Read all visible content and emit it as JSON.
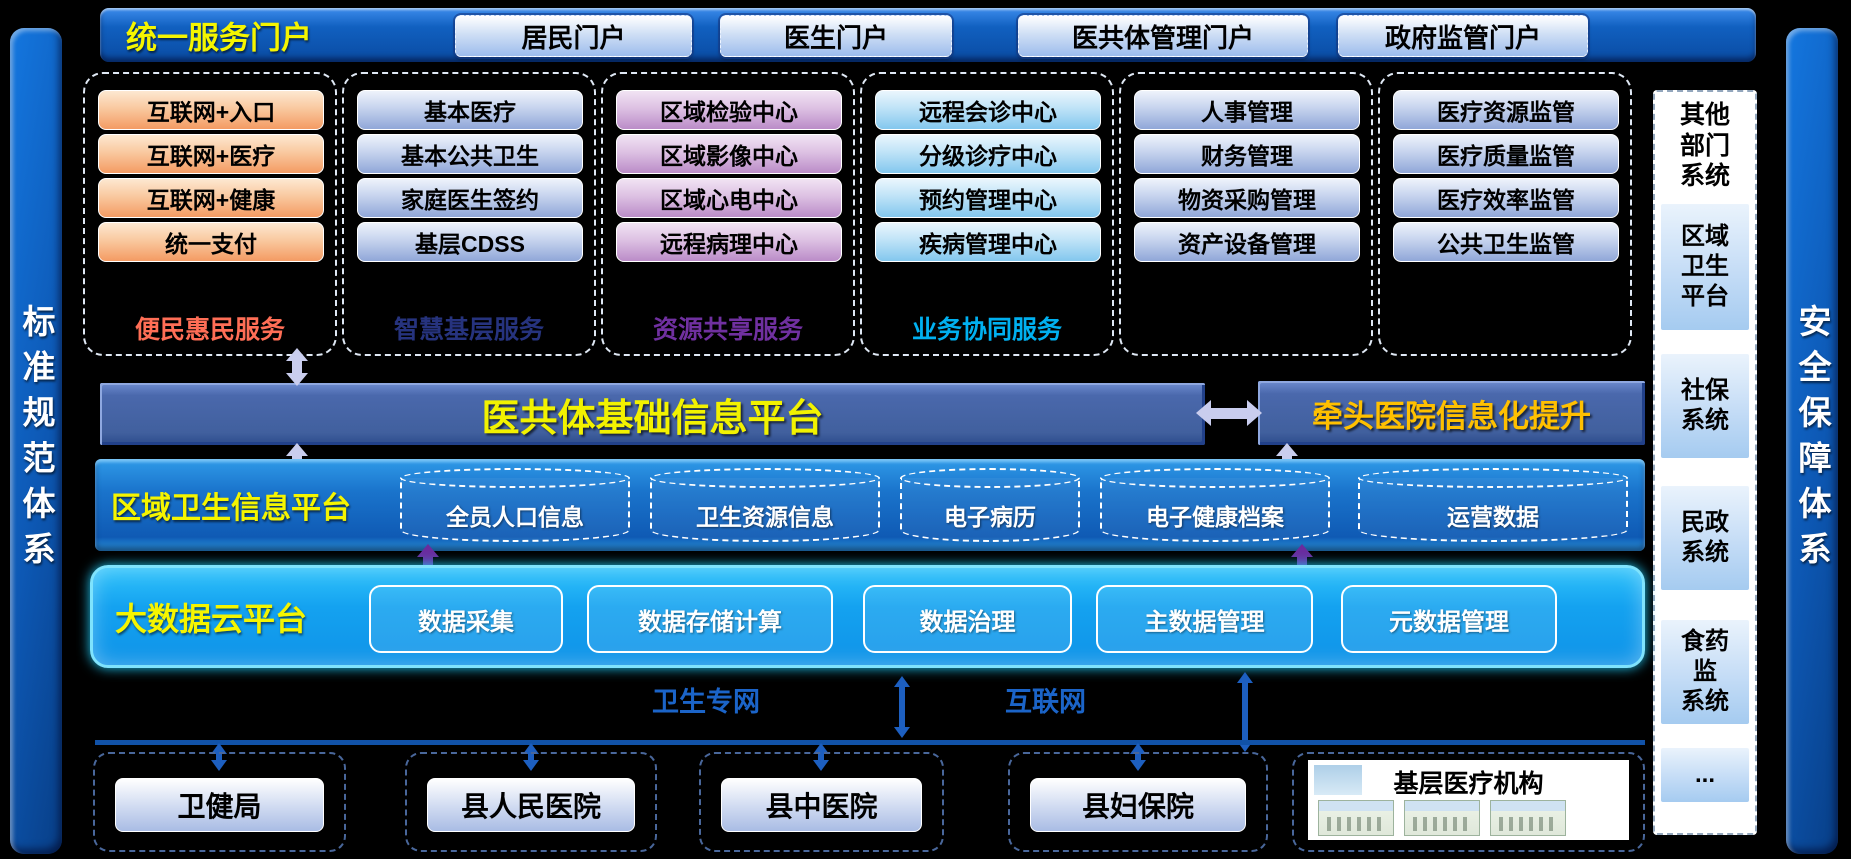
{
  "left_bar": {
    "label": "标准规范体系"
  },
  "right_bar": {
    "label": "安全保障体系"
  },
  "header": {
    "title": "统一服务门户",
    "portals": [
      "居民门户",
      "医生门户",
      "医共体管理门户",
      "政府监管门户"
    ]
  },
  "service_columns": [
    {
      "caption": "便民惠民服务",
      "caption_color": "#ff6e56",
      "theme": "orange",
      "items": [
        "互联网+入口",
        "互联网+医疗",
        "互联网+健康",
        "统一支付"
      ]
    },
    {
      "caption": "智慧基层服务",
      "caption_color": "#26337e",
      "theme": "slate",
      "items": [
        "基本医疗",
        "基本公共卫生",
        "家庭医生签约",
        "基层CDSS"
      ]
    },
    {
      "caption": "资源共享服务",
      "caption_color": "#7030a0",
      "theme": "purple",
      "items": [
        "区域检验中心",
        "区域影像中心",
        "区域心电中心",
        "远程病理中心"
      ]
    },
    {
      "caption": "业务协同服务",
      "caption_color": "#00b0f0",
      "theme": "cyan",
      "items": [
        "远程会诊中心",
        "分级诊疗中心",
        "预约管理中心",
        "疾病管理中心"
      ]
    },
    {
      "caption": "",
      "theme": "slate",
      "items": [
        "人事管理",
        "财务管理",
        "物资采购管理",
        "资产设备管理"
      ]
    },
    {
      "caption": "",
      "theme": "slate",
      "items": [
        "医疗资源监管",
        "医疗质量监管",
        "医疗效率监管",
        "公共卫生监管"
      ]
    }
  ],
  "other_systems": {
    "title": "其他\n部门\n系统",
    "items": [
      "区域\n卫生\n平台",
      "社保\n系统",
      "民政\n系统",
      "食药\n监\n系统",
      "..."
    ]
  },
  "foundation_platform": {
    "title": "医共体基础信息平台"
  },
  "lead_hospital": {
    "title": "牵头医院信息化提升"
  },
  "regional_platform": {
    "title": "区域卫生信息平台",
    "databases": [
      "全员人口信息",
      "卫生资源信息",
      "电子病历",
      "电子健康档案",
      "运营数据"
    ]
  },
  "bigdata_platform": {
    "title": "大数据云平台",
    "modules": [
      "数据采集",
      "数据存储计算",
      "数据治理",
      "主数据管理",
      "元数据管理"
    ]
  },
  "networks": {
    "health_net": "卫生专网",
    "internet": "互联网"
  },
  "bottom_orgs": [
    "卫健局",
    "县人民医院",
    "县中医院",
    "县妇保院"
  ],
  "grassroots": {
    "title": "基层医疗机构"
  },
  "colors": {
    "accent_yellow": "#f5f500",
    "lead_title_orange": "#ffc000",
    "caption_colors": [
      "#ff6e56",
      "#26337e",
      "#7030a0",
      "#00b0f0"
    ],
    "foundation_band_blue": "#4a68ac",
    "regional_band_blue": "#1a74cc",
    "bigdata_cyan": "#14a2f0",
    "network_label_blue": "#1b64c8",
    "lavender_arrow": "#c9cdee",
    "purple_arrow": "#6a2c9e",
    "blue_arrow": "#1d5fc0"
  }
}
